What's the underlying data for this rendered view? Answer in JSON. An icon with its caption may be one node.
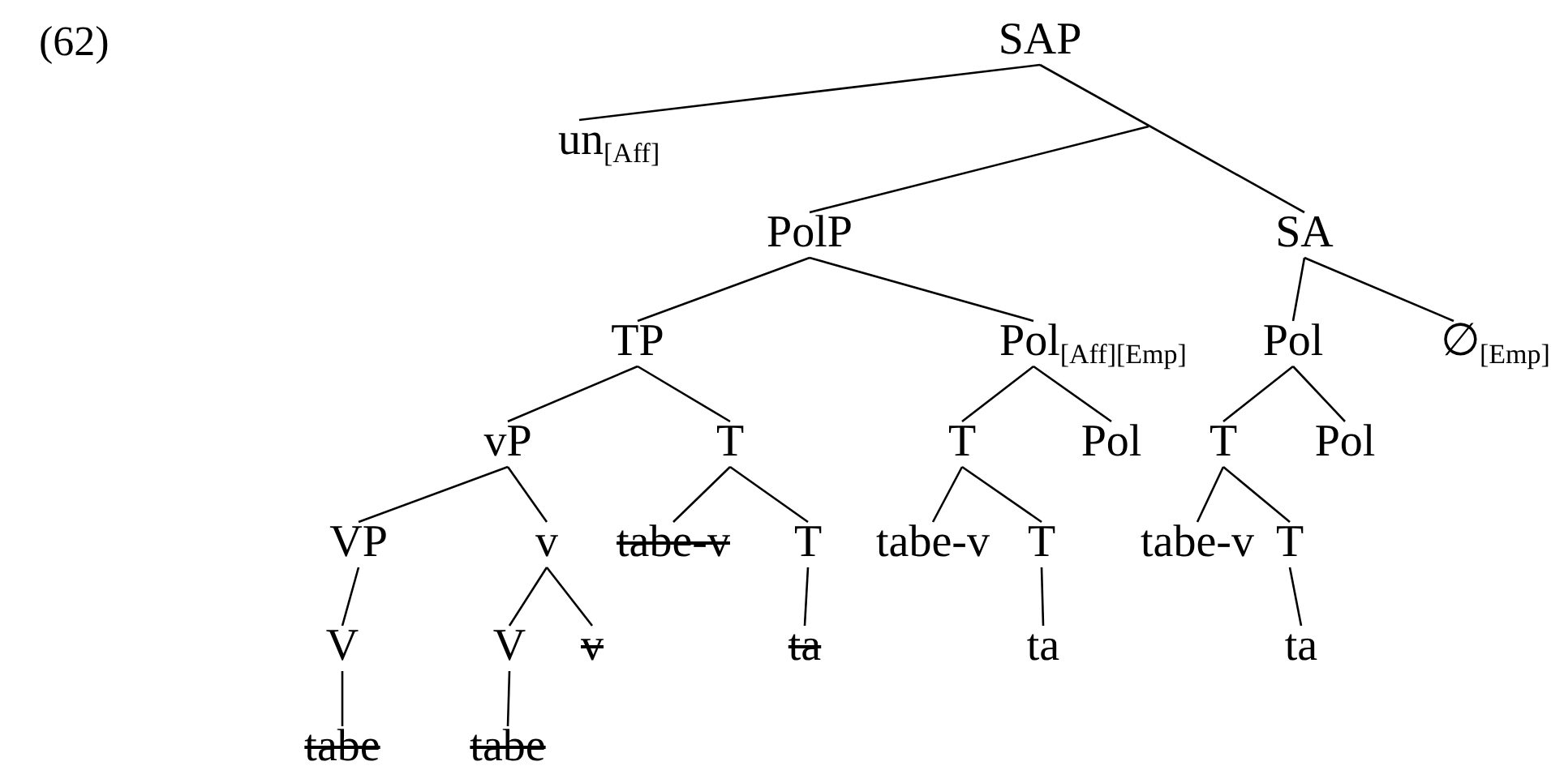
{
  "diagram": {
    "nodes": [
      {
        "text": [
          "SAP"
        ]
      },
      {
        "text": [
          "un$_{[Aff]}$"
        ]
      },
      {
        "text": [
          "PolP"
        ]
      },
      {
        "text": [
          "SA"
        ]
      },
      {
        "text": [
          "TP"
        ]
      },
      {
        "text": [
          "Pol$_{[Aff][Emp]}$"
        ]
      },
      {
        "text": [
          "Pol"
        ]
      },
      {
        "text": [
          "∅$_{[Emp]}$"
        ]
      },
      {
        "text": [
          "vP"
        ]
      },
      {
        "text": [
          "T"
        ]
      },
      {
        "text": [
          "T"
        ]
      },
      {
        "text": [
          "Pol"
        ]
      },
      {
        "text": [
          "T"
        ]
      },
      {
        "text": [
          "Pol"
        ]
      },
      {
        "text": [
          "VP"
        ]
      },
      {
        "text": [
          "v"
        ]
      },
      {
        "text": [
          "tabe-v"
        ]
      },
      {
        "text": [
          "T"
        ]
      },
      {
        "text": [
          "tabe-v"
        ]
      },
      {
        "text": [
          "T"
        ]
      },
      {
        "text": [
          "tabe-v"
        ]
      },
      {
        "text": [
          "T"
        ]
      },
      {
        "text": [
          "V"
        ]
      },
      {
        "text": [
          "V"
        ]
      },
      {
        "text": [
          "v"
        ]
      },
      {
        "text": [
          "ta"
        ]
      },
      {
        "text": [
          "ta"
        ]
      },
      {
        "text": [
          "ta"
        ]
      },
      {
        "text": [
          "tabe"
        ]
      },
      {
        "text": [
          "tabe"
        ]
      }
    ],
    "edges": [
      {
        "from": 0,
        "to": 1,
        "arrow": "none"
      },
      {
        "from": 0,
        "to": 3,
        "arrow": "none"
      },
      {
        "from": 2,
        "to": null,
        "arrow": "none"
      },
      {
        "from": 2,
        "to": 4,
        "arrow": "none"
      },
      {
        "from": 2,
        "to": 5,
        "arrow": "none"
      },
      {
        "from": 3,
        "to": 6,
        "arrow": "none"
      },
      {
        "from": 3,
        "to": 7,
        "arrow": "none"
      },
      {
        "from": 4,
        "to": 8,
        "arrow": "none"
      },
      {
        "from": 4,
        "to": 9,
        "arrow": "none"
      },
      {
        "from": 5,
        "to": 10,
        "arrow": "none"
      },
      {
        "from": 5,
        "to": 11,
        "arrow": "none"
      },
      {
        "from": 6,
        "to": 12,
        "arrow": "none"
      },
      {
        "from": 6,
        "to": 13,
        "arrow": "none"
      },
      {
        "from": 8,
        "to": 14,
        "arrow": "none"
      },
      {
        "from": 8,
        "to": 15,
        "arrow": "none"
      },
      {
        "from": 9,
        "to": 16,
        "arrow": "none"
      },
      {
        "from": 9,
        "to": 17,
        "arrow": "none"
      },
      {
        "from": 10,
        "to": 18,
        "arrow": "none"
      },
      {
        "from": 10,
        "to": 19,
        "arrow": "none"
      },
      {
        "from": 12,
        "to": 20,
        "arrow": "none"
      },
      {
        "from": 12,
        "to": 21,
        "arrow": "none"
      },
      {
        "from": 14,
        "to": 22,
        "arrow": "none"
      },
      {
        "from": 15,
        "to": 23,
        "arrow": "none"
      },
      {
        "from": 15,
        "to": 24,
        "arrow": "none"
      },
      {
        "from": 17,
        "to": 25,
        "arrow": "none"
      },
      {
        "from": 19,
        "to": 26,
        "arrow": "none"
      },
      {
        "from": 21,
        "to": 27,
        "arrow": "none"
      },
      {
        "from": 22,
        "to": 28,
        "arrow": "none"
      },
      {
        "from": 23,
        "to": 29,
        "arrow": "none"
      }
    ],
    "labels": [
      "(62)"
    ]
  }
}
